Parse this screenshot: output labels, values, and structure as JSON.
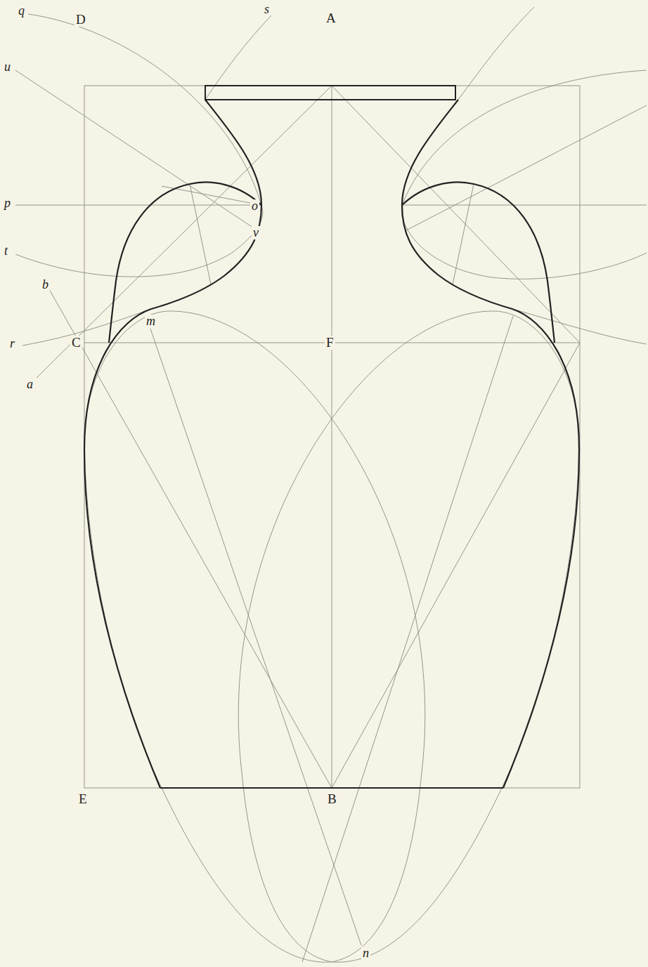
{
  "diagram": {
    "labels": [
      "s",
      "q",
      "D",
      "A",
      "u",
      "p",
      "o",
      "v",
      "t",
      "b",
      "m",
      "r",
      "C",
      "F",
      "a",
      "E",
      "B",
      "n"
    ]
  }
}
